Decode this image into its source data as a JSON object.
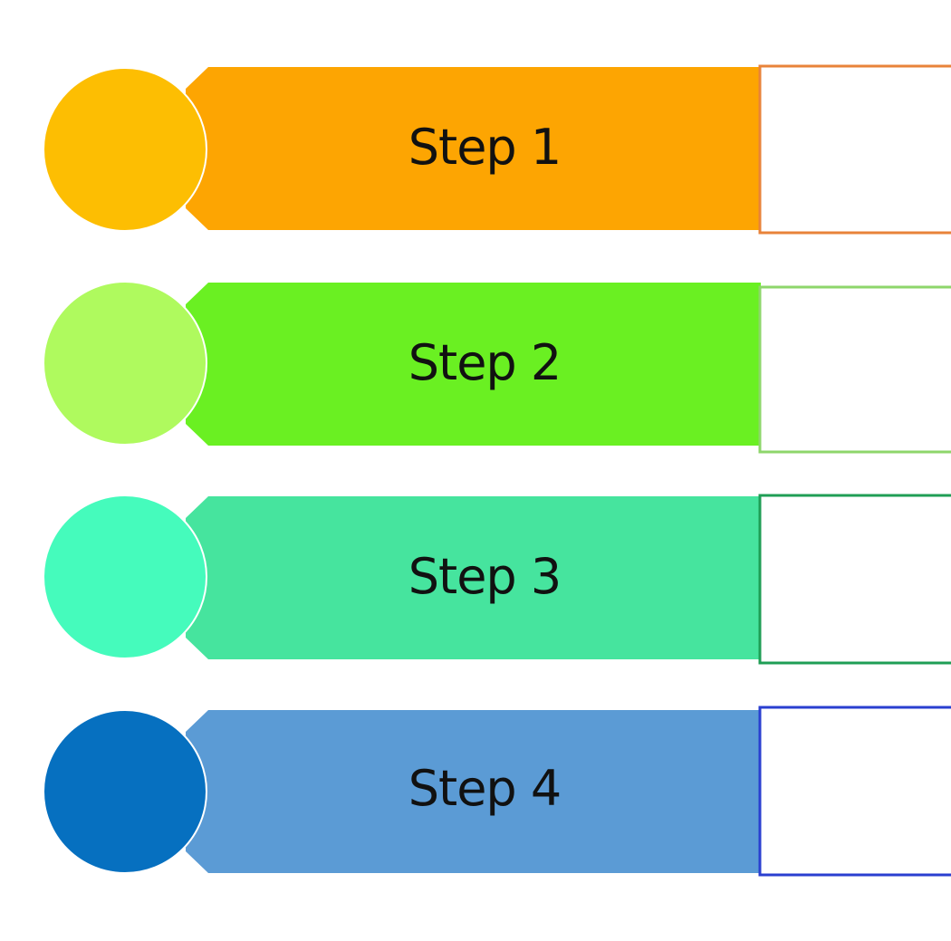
{
  "steps": [
    {
      "label": "Step 1",
      "circle_color": "#FDBE02",
      "banner_color": "#FDA502",
      "box_border_color": "#E8833A"
    },
    {
      "label": "Step 2",
      "circle_color": "#AFFA5E",
      "banner_color": "#6AF022",
      "box_border_color": "#8ED66B"
    },
    {
      "label": "Step 3",
      "circle_color": "#45FBBC",
      "banner_color": "#46E49E",
      "box_border_color": "#1F9E55"
    },
    {
      "label": "Step 4",
      "circle_color": "#0670C0",
      "banner_color": "#5B9BD5",
      "box_border_color": "#2A3FD0"
    }
  ]
}
